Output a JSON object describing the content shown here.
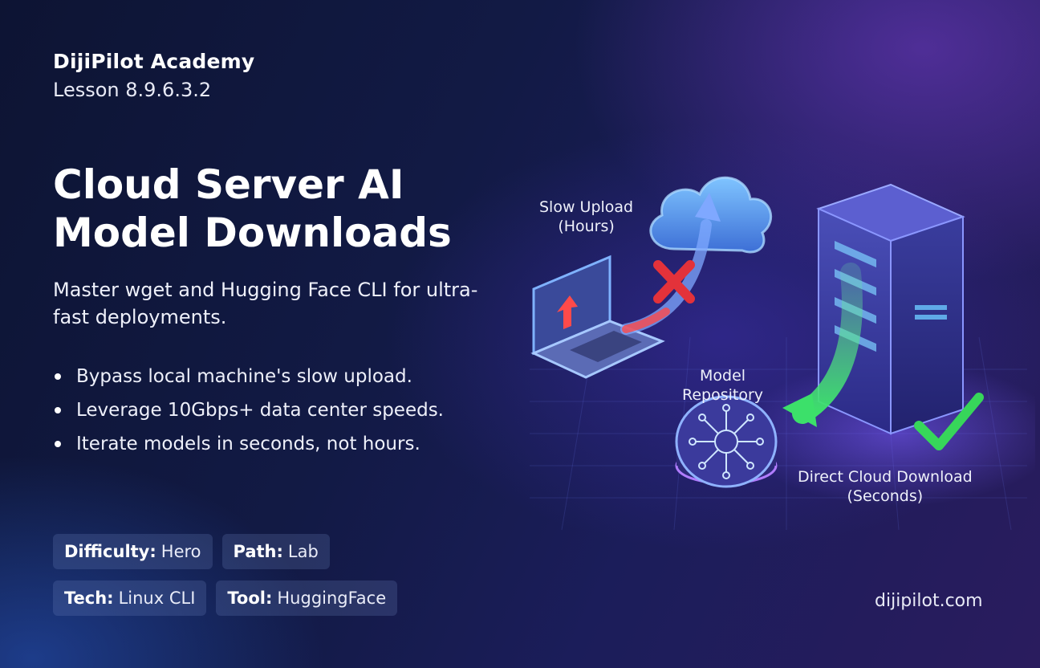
{
  "header": {
    "brand": "DijiPilot Academy",
    "lesson": "Lesson 8.9.6.3.2"
  },
  "hero": {
    "title": "Cloud Server AI Model Downloads",
    "subtitle": "Master wget and Hugging Face CLI for ultra-fast deployments.",
    "bullets": [
      "Bypass local machine's slow upload.",
      "Leverage 10Gbps+ data center speeds.",
      "Iterate models in seconds, not hours."
    ]
  },
  "tags": [
    {
      "key": "Difficulty:",
      "value": "Hero"
    },
    {
      "key": "Path:",
      "value": "Lab"
    },
    {
      "key": "Tech:",
      "value": "Linux CLI"
    },
    {
      "key": "Tool:",
      "value": "HuggingFace"
    }
  ],
  "illustration": {
    "slow_upload_line1": "Slow Upload",
    "slow_upload_line2": "(Hours)",
    "repo_line1": "Model",
    "repo_line2": "Repository",
    "direct_line1": "Direct Cloud Download",
    "direct_line2": "(Seconds)",
    "icons": [
      "laptop-icon",
      "cloud-icon",
      "red-x-icon",
      "server-icon",
      "brain-icon",
      "checkmark-icon"
    ],
    "colors": {
      "fail": "#e3323a",
      "success": "#37d65a",
      "accent": "#5aa8ff"
    }
  },
  "footer": {
    "site": "dijipilot.com"
  }
}
